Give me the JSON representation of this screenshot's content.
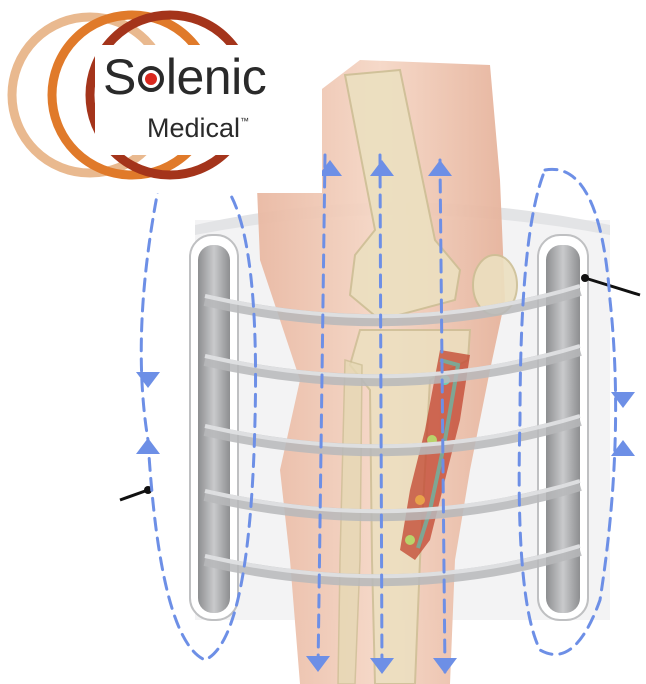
{
  "logo": {
    "brand_first": "S",
    "brand_rest": "lenic",
    "brand_line2": "Medical",
    "trademark": "™",
    "colors": {
      "ring_light": "#e9b98f",
      "ring_mid": "#e07a2a",
      "ring_dark": "#a4341b",
      "dot": "#d9281e",
      "text": "#2a2a2a"
    }
  },
  "illustration": {
    "subject": "leg-knee-inside-solenoid-coil",
    "coil_turns": 5,
    "field_line_color": "#6d8fe6",
    "coil_color": "#b8b9bb",
    "tissue_color": "#efc7b3",
    "bone_color": "#ece0c0"
  }
}
